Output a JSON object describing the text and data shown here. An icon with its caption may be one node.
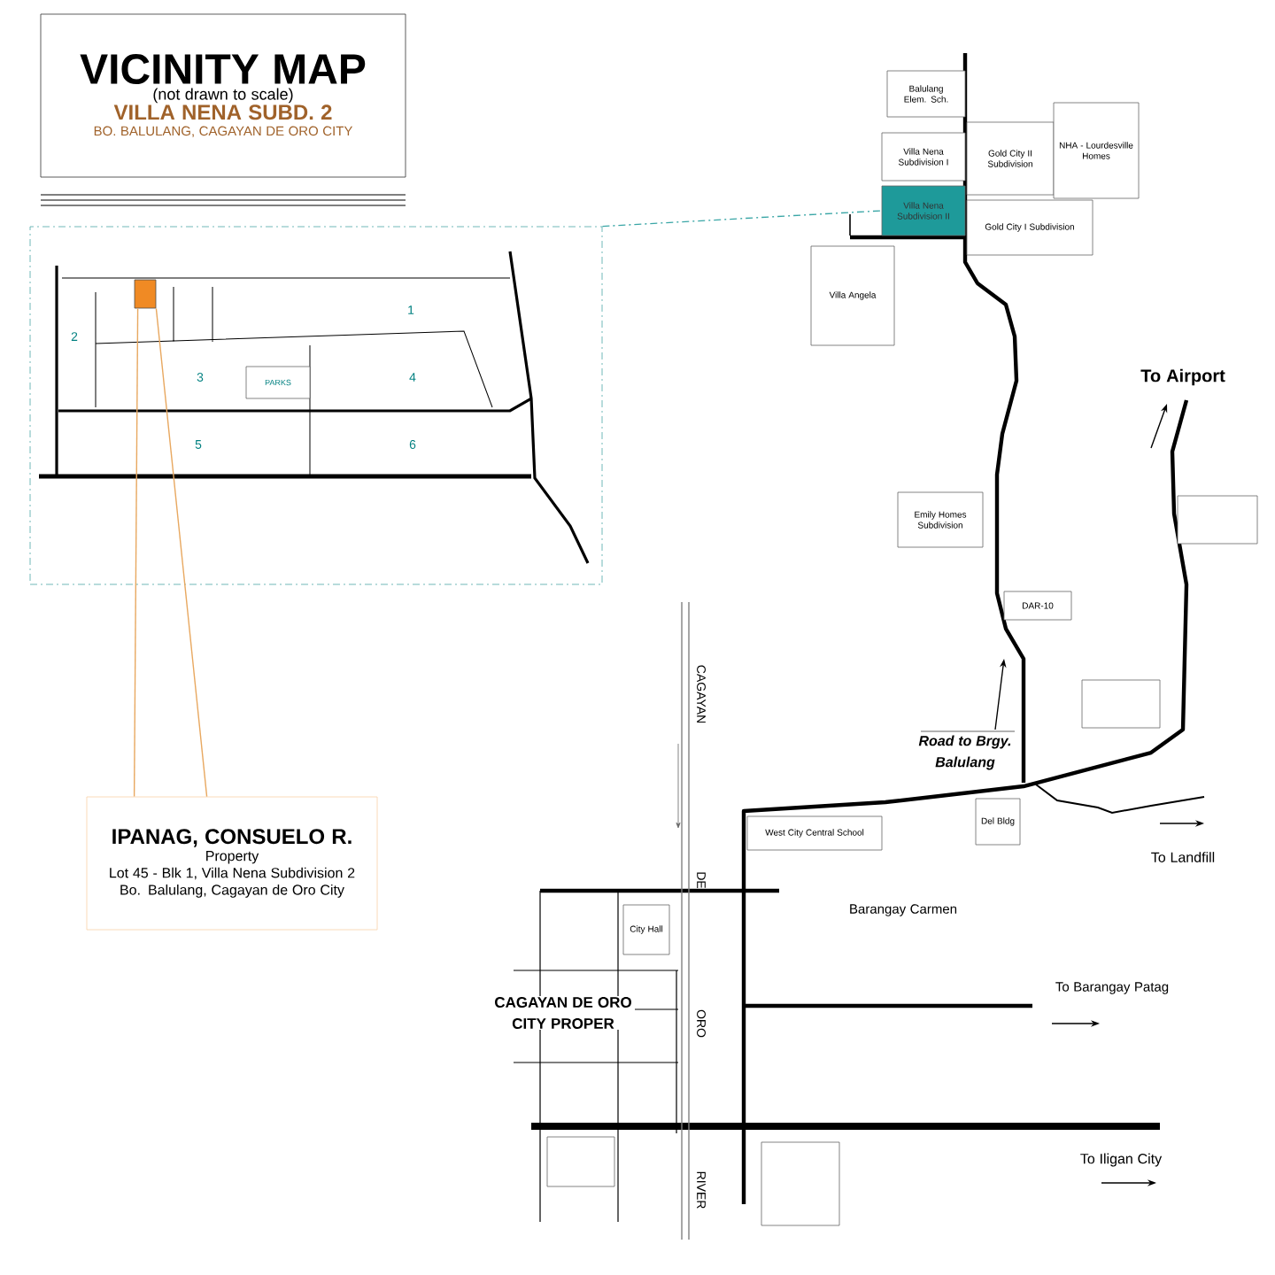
{
  "diagram": {
    "nodes": [
      {
        "text": [
          "VICINITY MAP",
          "(not drawn to scale)",
          "VILLA NENA SUBD. 2",
          "BO. BALULANG, CAGAYAN DE ORO CITY"
        ]
      },
      {
        "text": [],
        "shape": "box"
      },
      {
        "text": [
          "PARKS"
        ],
        "in": 1
      },
      {
        "text": [],
        "shape": "box",
        "in": 1
      },
      {
        "text": [
          "IPANAG, CONSUELO R.",
          "Property",
          "Lot 45 - Blk 1, Villa Nena Subdivision 2",
          "Bo. Balulang, Cagayan de Oro City"
        ]
      },
      {
        "text": [
          "Balulang Elem. Sch."
        ]
      },
      {
        "text": [
          "Villa Nena Subdivision I"
        ]
      },
      {
        "text": [
          "Villa Nena Subdivision II"
        ]
      },
      {
        "text": [
          "Gold City II Subdivision"
        ]
      },
      {
        "text": [
          "NHA - Lourdesville Homes"
        ]
      },
      {
        "text": [
          "Gold City I Subdivision"
        ]
      },
      {
        "text": [
          "Villa Angela"
        ]
      },
      {
        "text": [
          "Emily Homes Subdivision"
        ]
      },
      {
        "text": [],
        "shape": "box"
      },
      {
        "text": [
          "DAR-10"
        ]
      },
      {
        "text": [],
        "shape": "box"
      },
      {
        "text": [
          "Del Bldg"
        ]
      },
      {
        "text": [
          "West City Central School"
        ]
      },
      {
        "text": [
          "City Hall"
        ]
      },
      {
        "text": [],
        "shape": "box"
      },
      {
        "text": [],
        "shape": "box"
      }
    ],
    "edges": [
      {
        "from": 1,
        "to": 7,
        "arrow": "none",
        "style": "dashed",
        "color": "#3aa6a6"
      },
      {
        "from": 4,
        "to": 3,
        "arrow": "none",
        "color": "#e8a860"
      },
      {
        "from": 4,
        "to": 3,
        "arrow": "none",
        "color": "#e8a860"
      }
    ],
    "labels": [
      "1",
      "2",
      "3",
      "4",
      "5",
      "6",
      "To Airport",
      "Road to Brgy. Balulang",
      "To Landfill",
      "Barangay Carmen",
      "To Barangay Patag",
      "CAGAYAN DE ORO CITY PROPER",
      "To Iligan City",
      "CAGAYAN",
      "DE",
      "ORO",
      "RIVER"
    ]
  }
}
